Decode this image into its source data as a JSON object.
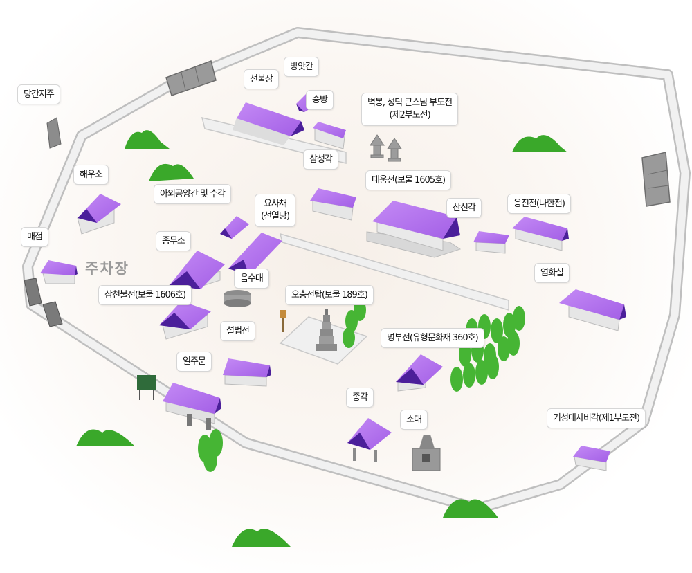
{
  "map": {
    "parking_label": "주차장",
    "colors": {
      "roof": "#b36ff0",
      "roof_dark": "#4b1f9a",
      "wall": "#e9e9e9",
      "tree": "#46b534",
      "hill": "#3aa82a"
    },
    "places": [
      {
        "id": "danggan-jiju",
        "label": "당간지주"
      },
      {
        "id": "bangatgan",
        "label": "방앗간"
      },
      {
        "id": "seonbuljang",
        "label": "선불장"
      },
      {
        "id": "seungbang",
        "label": "승방"
      },
      {
        "id": "budojeon-2",
        "label": "벽봉, 성덕 큰스님 부도전",
        "sub": "(제2부도전)"
      },
      {
        "id": "haeuso",
        "label": "해우소"
      },
      {
        "id": "samseonggak",
        "label": "삼성각"
      },
      {
        "id": "daeungjeon",
        "label": "대웅전(보물 1605호)"
      },
      {
        "id": "awigongyang",
        "label": "아외공양간 및 수각"
      },
      {
        "id": "yosachae",
        "label": "요사채",
        "sub": "(선열당)"
      },
      {
        "id": "sansingak",
        "label": "산신각"
      },
      {
        "id": "eungjinjeon",
        "label": "응진전(나한전)"
      },
      {
        "id": "maejeom",
        "label": "매점"
      },
      {
        "id": "jongmuso",
        "label": "종무소"
      },
      {
        "id": "eumsudae",
        "label": "음수대"
      },
      {
        "id": "yeomhwasil",
        "label": "염화실"
      },
      {
        "id": "samcheonbuljeon",
        "label": "삼천불전(보물 1606호)"
      },
      {
        "id": "ocheungjeontap",
        "label": "오층전탑(보물 189호)"
      },
      {
        "id": "seolbeopjeon",
        "label": "설법전"
      },
      {
        "id": "myeongbujeon",
        "label": "명부전(유형문화재 360호)"
      },
      {
        "id": "iljumun",
        "label": "일주문"
      },
      {
        "id": "jonggak",
        "label": "종각"
      },
      {
        "id": "sodae",
        "label": "소대"
      },
      {
        "id": "budojeon-1",
        "label": "기성대사비각(제1부도전)"
      }
    ]
  }
}
